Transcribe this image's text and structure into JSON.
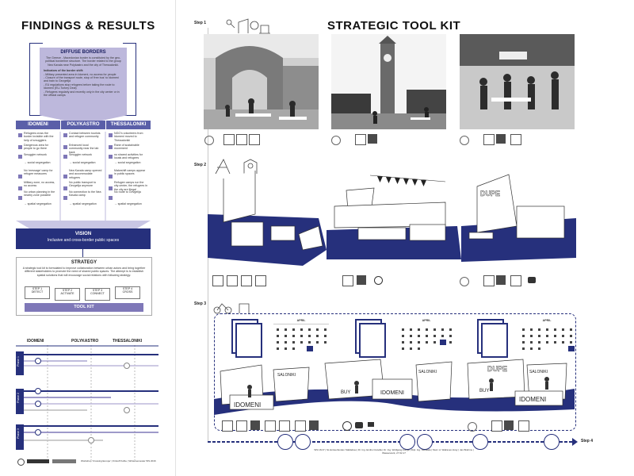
{
  "left": {
    "title": "FINDINGS & RESULTS",
    "diffuse": {
      "heading": "DIFFUSE BORDERS",
      "intro": "The Greece - Macedonian border is constituted by the geo-political borderline structure. The border related to the group Nea Kavala near Polykastro and the city of Thessaloniki.",
      "subheading": "Indicators of the border shift:",
      "bullets": [
        "- Military presented area in Idomeni, no access for people",
        "- Closure of the transport route, stop of 'free bus' to Idomeni and train to Gevgelija",
        "- EU regulations stop refugees before taking the route to Idomeni (EU-Turkey Deal)",
        "- Refugees regularly and recently only in the city center or in the official camps"
      ]
    },
    "columns": [
      {
        "name": "IDOMENI",
        "items": [
          "Refugees cross the border invisible with the help of smugglers",
          "Dangerous area for people to go there",
          "Smuggler network",
          "→ social segregation",
          "No 'message' camp for refugee measures",
          "Military zone, no access, no access",
          "No urban planning in the nearby zone possible",
          "→ spatial segregation"
        ]
      },
      {
        "name": "POLYKASTRO",
        "items": [
          "Contact between tourists and refugee community",
          "Enhanced local community near the lab back",
          "Smuggler network",
          "→ social segregation",
          "Nea Kavala camp opened and accommodate refugees",
          "No public transport to Gevgelija anymore",
          "No connection to the Nea Kavala camp",
          "→ spatial segregation"
        ]
      },
      {
        "name": "THESSALONIKI",
        "items": [
          "NGO's volunteers from Idomeni moved to Thessaloniki",
          "Rane of sustainable movement",
          "no shared activities for locals and refugees",
          "→ social segregation",
          "Makeshift camps appear in public spaces",
          "Refugee camps run the city center, the refugees in the city are illegal",
          "No route to Gevgelija",
          "→ spatial segregation"
        ]
      }
    ],
    "vision": {
      "title": "VISION",
      "text": "Inclusive and cross-border public spaces"
    },
    "strategy": {
      "title": "STRATEGY",
      "text": "A strategic tool kit is formulated to improve collaboration between urban actors and bring together different stakeholders to promote the need of shared public spaces. The attempt is to establish spatial solutions that will encourage social relations with following strategy:",
      "steps": [
        {
          "n": "STEP 1",
          "v": "DETECT"
        },
        {
          "n": "STEP 2",
          "v": "ACTIVATE"
        },
        {
          "n": "STEP 3",
          "v": "CONNECT"
        },
        {
          "n": "STEP 4",
          "v": "CROSS"
        }
      ],
      "toolkit": "TOOL KIT"
    },
    "timeline": {
      "cities": [
        "IDOMENI",
        "POLYKASTRO",
        "THESSALONIKI"
      ],
      "phases": [
        "Phase 1",
        "Phase 2",
        "Phase 3"
      ]
    },
    "footer": "Workshop 'Crossing Europe' | Kristoff Kolbe | Wintersemester WS 2016"
  },
  "right": {
    "title": "STRATEGIC TOOL KIT",
    "steps": [
      "Step 1",
      "Step 2",
      "Step 3",
      "Step 4"
    ],
    "cal_month": "APRIL",
    "signs": [
      "IDOMENI",
      "SALONIKI",
      "BUY",
      "DUPE"
    ],
    "footer": "WS 16/17 | SL Entwerfenden Städtebau | Dr. Ing. Emilio Cretella | Dr. Ing. Wolfgang Klinge | Dipl. Ing. Tsoukala | Stud. H. Walraven-Gray | Jan Brahms | Wasserwerk, 27.02.17"
  },
  "colors": {
    "navy": "#26307c",
    "purple": "#bdb8dc",
    "purpleDark": "#7f78b8"
  }
}
